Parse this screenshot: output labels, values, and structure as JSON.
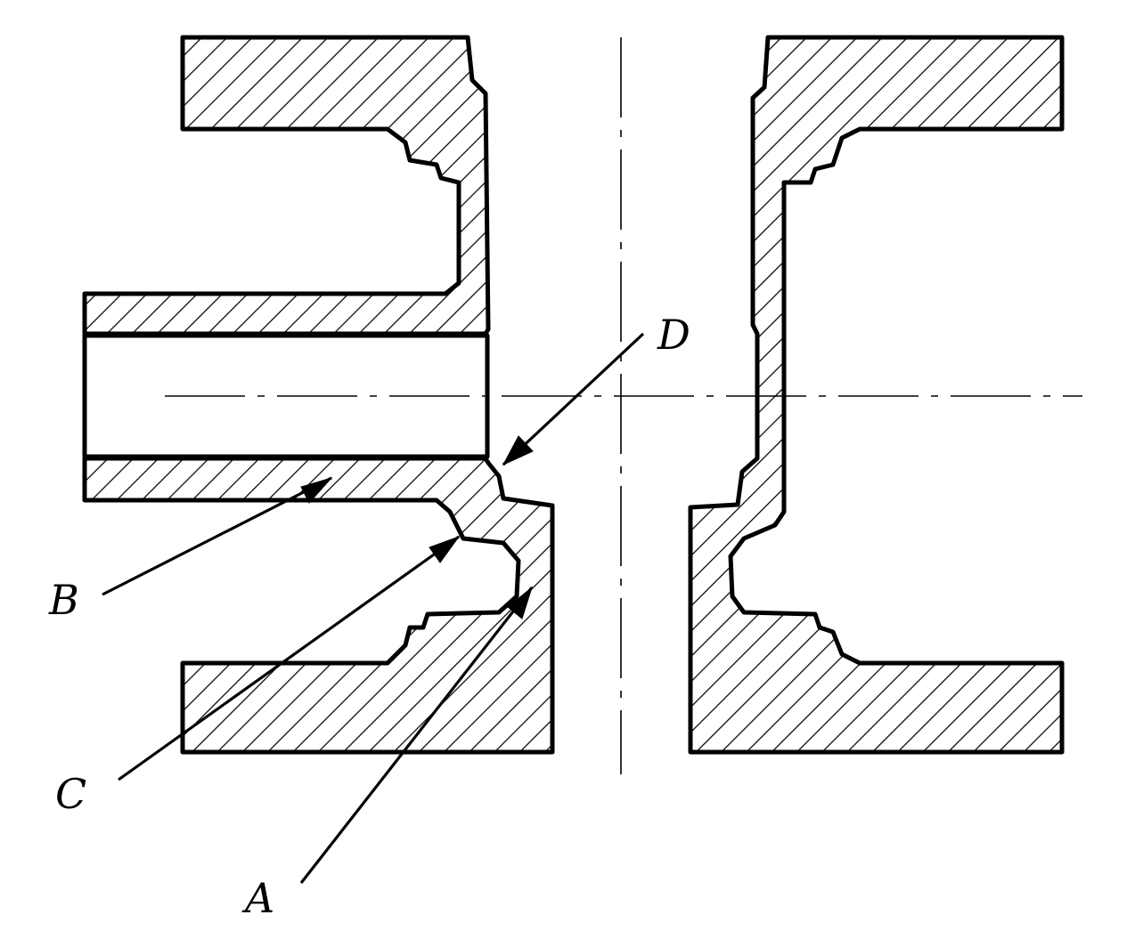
{
  "diagram": {
    "labels": {
      "A": "A",
      "B": "B",
      "C": "C",
      "D": "D"
    },
    "colors": {
      "line": "#000000",
      "background": "#ffffff"
    }
  }
}
